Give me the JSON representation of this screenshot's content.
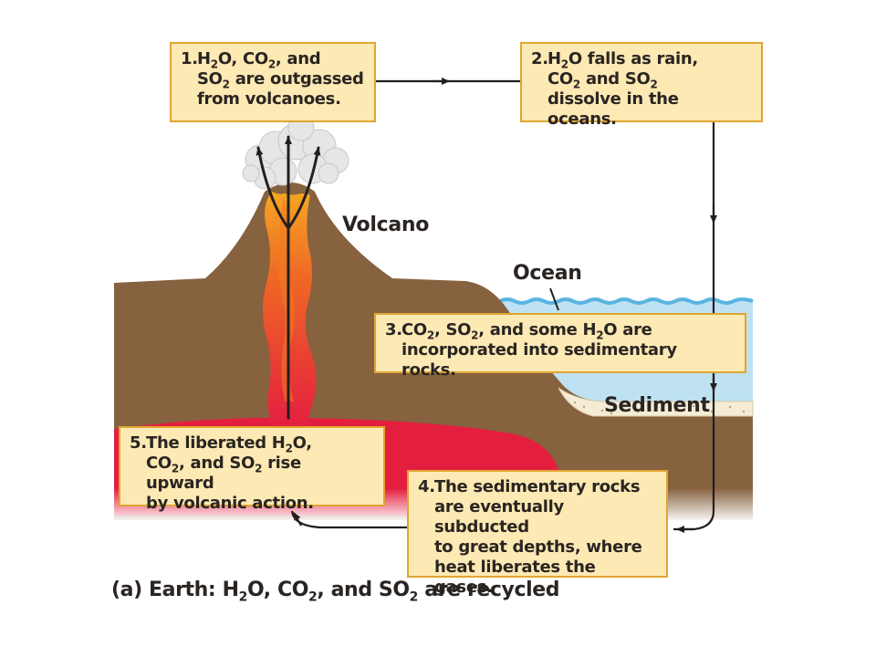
{
  "labels": {
    "volcano": "Volcano",
    "ocean": "Ocean",
    "sediment": "Sediment"
  },
  "steps": [
    {
      "num": "1.",
      "lines": [
        [
          "H",
          "2",
          "O, CO",
          "2",
          ", and"
        ],
        [
          "SO",
          "2",
          " are outgassed"
        ],
        [
          "from volcanoes."
        ]
      ]
    },
    {
      "num": "2.",
      "lines": [
        [
          "H",
          "2",
          "O falls as rain,"
        ],
        [
          "CO",
          "2",
          " and SO",
          "2"
        ],
        [
          "dissolve in the oceans."
        ]
      ]
    },
    {
      "num": "3.",
      "lines": [
        [
          "CO",
          "2",
          ", SO",
          "2",
          ", and some H",
          "2",
          "O are"
        ],
        [
          "incorporated into sedimentary rocks."
        ]
      ]
    },
    {
      "num": "4.",
      "lines": [
        [
          "The sedimentary rocks"
        ],
        [
          "are eventually subducted"
        ],
        [
          "to great depths, where"
        ],
        [
          "heat liberates the gases."
        ]
      ]
    },
    {
      "num": "5.",
      "lines": [
        [
          "The liberated H",
          "2",
          "O,"
        ],
        [
          "CO",
          "2",
          ", and SO",
          "2",
          " rise upward"
        ],
        [
          "by volcanic action."
        ]
      ]
    }
  ],
  "caption": {
    "prefix": "(a)",
    "parts": [
      " Earth: H",
      "2",
      "O, CO",
      "2",
      ", and SO",
      "2",
      " are recycled"
    ]
  },
  "colors": {
    "ground": "#87623f",
    "ocean": "#bfe2f3",
    "ocean_surface": "#5ab4e0",
    "magma": "#e41e3f",
    "lava_core": "#f07a1f",
    "sediment": "#f5ecd6",
    "box_fill": "#fde9b4",
    "box_border": "#e0a531",
    "arrow": "#231f20"
  }
}
